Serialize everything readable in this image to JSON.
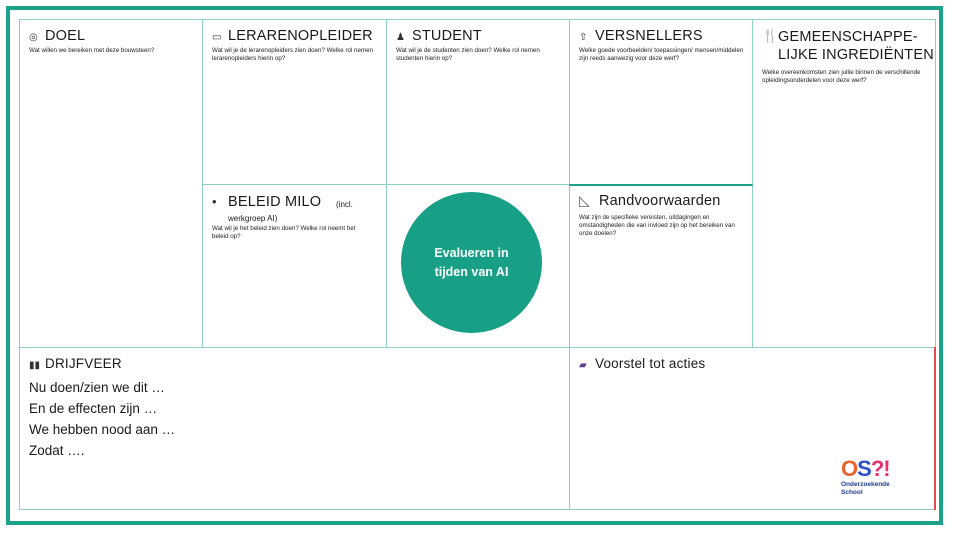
{
  "canvas": {
    "circle_text": "Evalueren in tijden van AI",
    "colors": {
      "frame": "#1aa38a",
      "grid": "#8fd0c5",
      "circle": "#17a085",
      "accent_red": "#e5484d"
    },
    "doel": {
      "icon": "target-icon",
      "title": "DOEL",
      "desc": "Wat willen we bereiken met deze bouwsteen?"
    },
    "lerarenopleider": {
      "icon": "whiteboard-icon",
      "title": "LERARENOPLEIDER",
      "desc": "Wat wil je de lerarenopleiders zien doen? Welke rol nemen lerarenopleiders hierin op?"
    },
    "student": {
      "icon": "student-icon",
      "title": "STUDENT",
      "desc": "Wat wil je de studenten zien doen? Welke rol nemen studenten hierin op?"
    },
    "versnellers": {
      "icon": "rocket-icon",
      "title": "VERSNELLERS",
      "desc": "Welke goede voorbeelden/ toepassingen/ mensen/middelen zijn reeds aanwezig voor deze werf?"
    },
    "gemeenschappelijke": {
      "icon": "cutlery-icon",
      "title": "GEMEENSCHAPPE-LIJKE INGREDIËNTEN",
      "desc": "Welke overeenkomsten zien jullie binnen de verschillende opleidingsonderdelen voor deze werf?"
    },
    "beleid": {
      "bullet": "•",
      "title": "BELEID MILO",
      "subtitle": "(incl. werkgroep AI)",
      "desc": "Wat wil je het beleid zien doen? Welke rol neemt het beleid op?"
    },
    "randvoorwaarden": {
      "icon": "ruler-triangle-icon",
      "title": "Randvoorwaarden",
      "desc": "Wat zijn de specifieke vereisten, uitdagingen en omstandigheden die van invloed zijn op het bereiken van onze doelen?"
    },
    "drijfveer": {
      "icon": "chart-icon",
      "title": "DRIJFVEER",
      "lines": [
        "Nu doen/zien we dit …",
        "En de effecten zijn …",
        "We hebben nood aan …",
        "Zodat …."
      ]
    },
    "voorstel": {
      "icon": "clapperboard-icon",
      "title": "Voorstel tot acties"
    },
    "logo": {
      "mark": "OS?!",
      "line1": "Onderzoekende",
      "line2": "School"
    }
  }
}
